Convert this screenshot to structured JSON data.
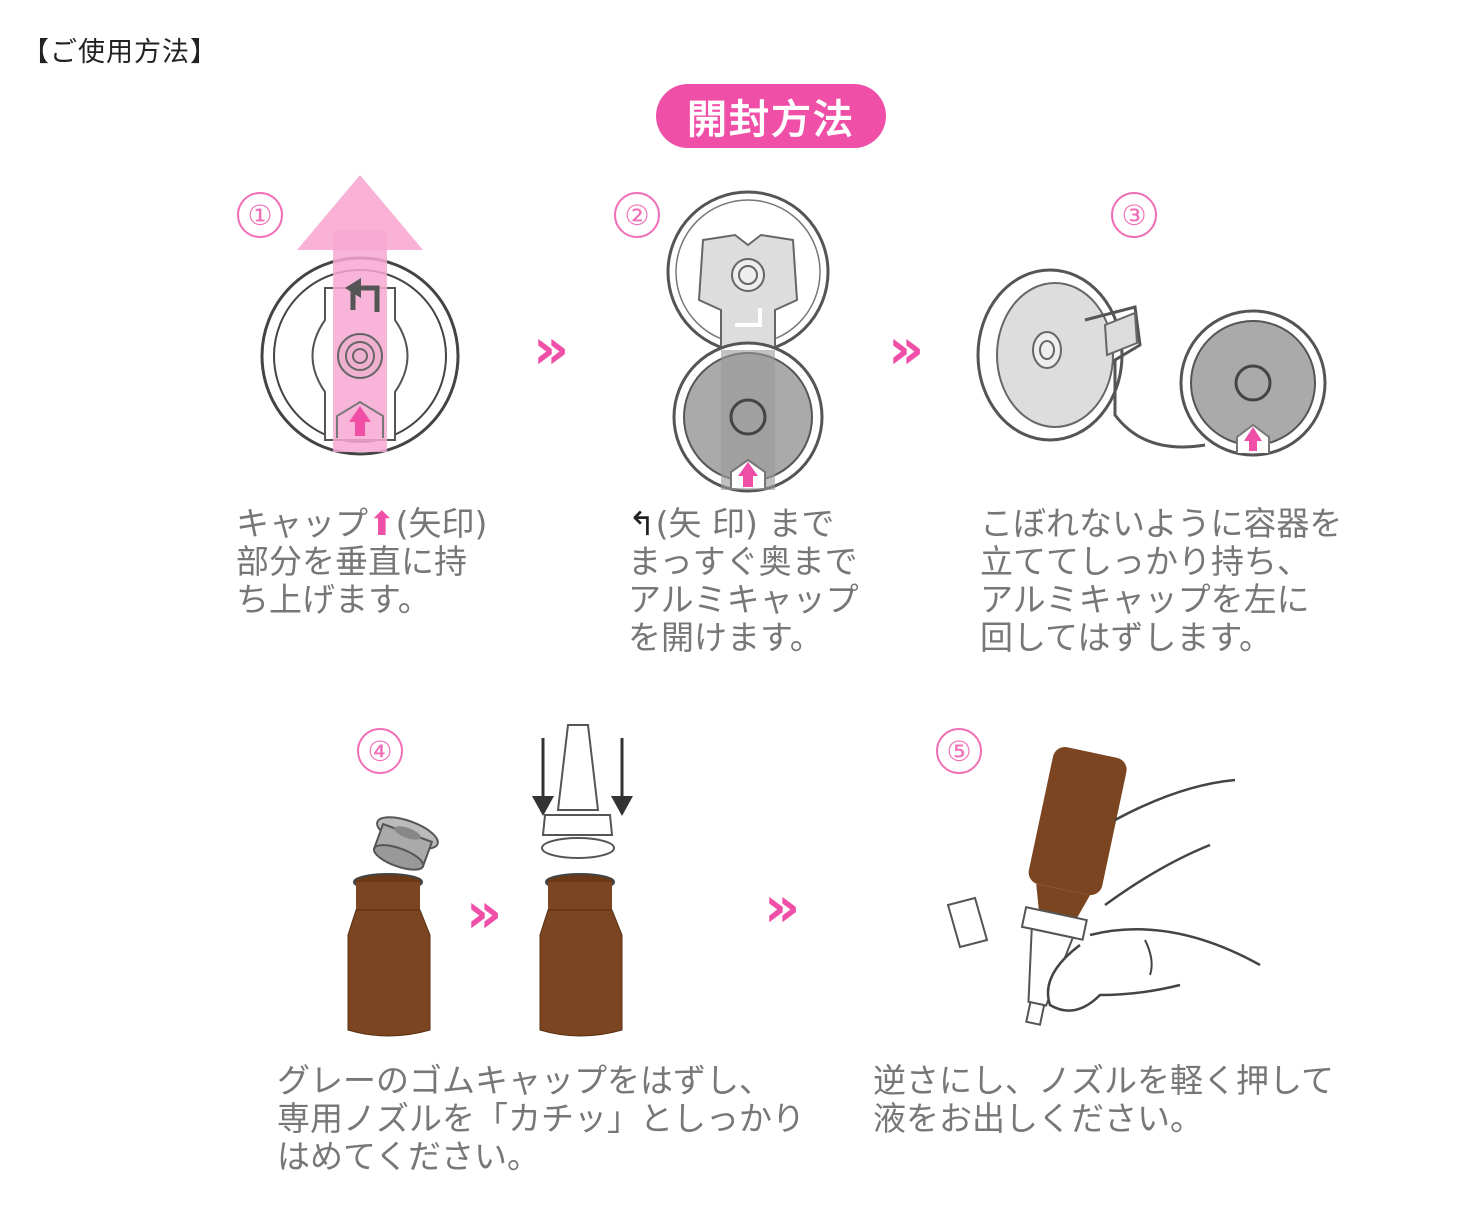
{
  "page_heading": "【ご使用方法】",
  "title": "開封方法",
  "chevron_glyph": "»",
  "step_numbers": [
    "①",
    "②",
    "③",
    "④",
    "⑤"
  ],
  "steps": [
    {
      "pre": "キャップ",
      "arrow": "⬆",
      "post": "(矢印)\n部分を垂直に持\nち上げます。"
    },
    {
      "arrow": "↰",
      "post": "(矢 印) まで\nまっすぐ奥まで\nアルミキャップ\nを開けます。"
    },
    {
      "text": "こぼれないように容器を\n立ててしっかり持ち、\nアルミキャップを左に\n回してはずします。"
    },
    {
      "text": "グレーのゴムキャップをはずし、\n専用ノズルを「カチッ」としっかり\nはめてください。"
    },
    {
      "text": "逆さにし、ノズルを軽く押して\n液をお出しください。"
    }
  ],
  "colors": {
    "accent": "#f04fa8",
    "accent_light": "#f8a8d2",
    "bottle": "#7a4520",
    "outline": "#555555",
    "gray_cap": "#999999",
    "text": "#777777"
  }
}
